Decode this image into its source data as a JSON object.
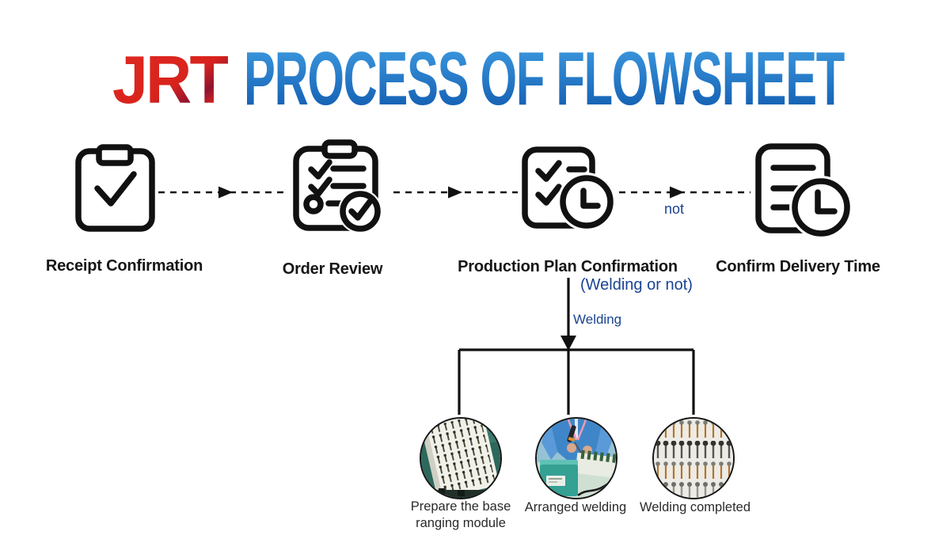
{
  "header": {
    "logo": "JRT",
    "title": "PROCESS OF FLOWSHEET"
  },
  "colors": {
    "logo_red": "#DC2620",
    "logo_maroon": "#7E1430",
    "title_blue_top": "#41A0E4",
    "title_blue_bottom": "#0D55AB",
    "label_navy": "#1A4392",
    "line_black": "#111111"
  },
  "steps": [
    {
      "id": "receipt-confirmation",
      "label": "Receipt Confirmation",
      "icon": "clipboard-check-icon"
    },
    {
      "id": "order-review",
      "label": "Order Review",
      "icon": "clipboard-checklist-icon"
    },
    {
      "id": "production-plan-confirmation",
      "label": "Production Plan Confirmation",
      "sublabel": "(Welding or not)",
      "icon": "plan-clock-icon"
    },
    {
      "id": "confirm-delivery-time",
      "label": "Confirm Delivery Time",
      "icon": "document-clock-icon"
    }
  ],
  "connector_labels": {
    "not": "not",
    "welding": "Welding"
  },
  "welding_branch": [
    {
      "label": "Prepare the base ranging module",
      "image": "base-ranging-module-photo"
    },
    {
      "label": "Arranged welding",
      "image": "arranged-welding-photo"
    },
    {
      "label": "Welding completed",
      "image": "welding-completed-photo"
    }
  ]
}
